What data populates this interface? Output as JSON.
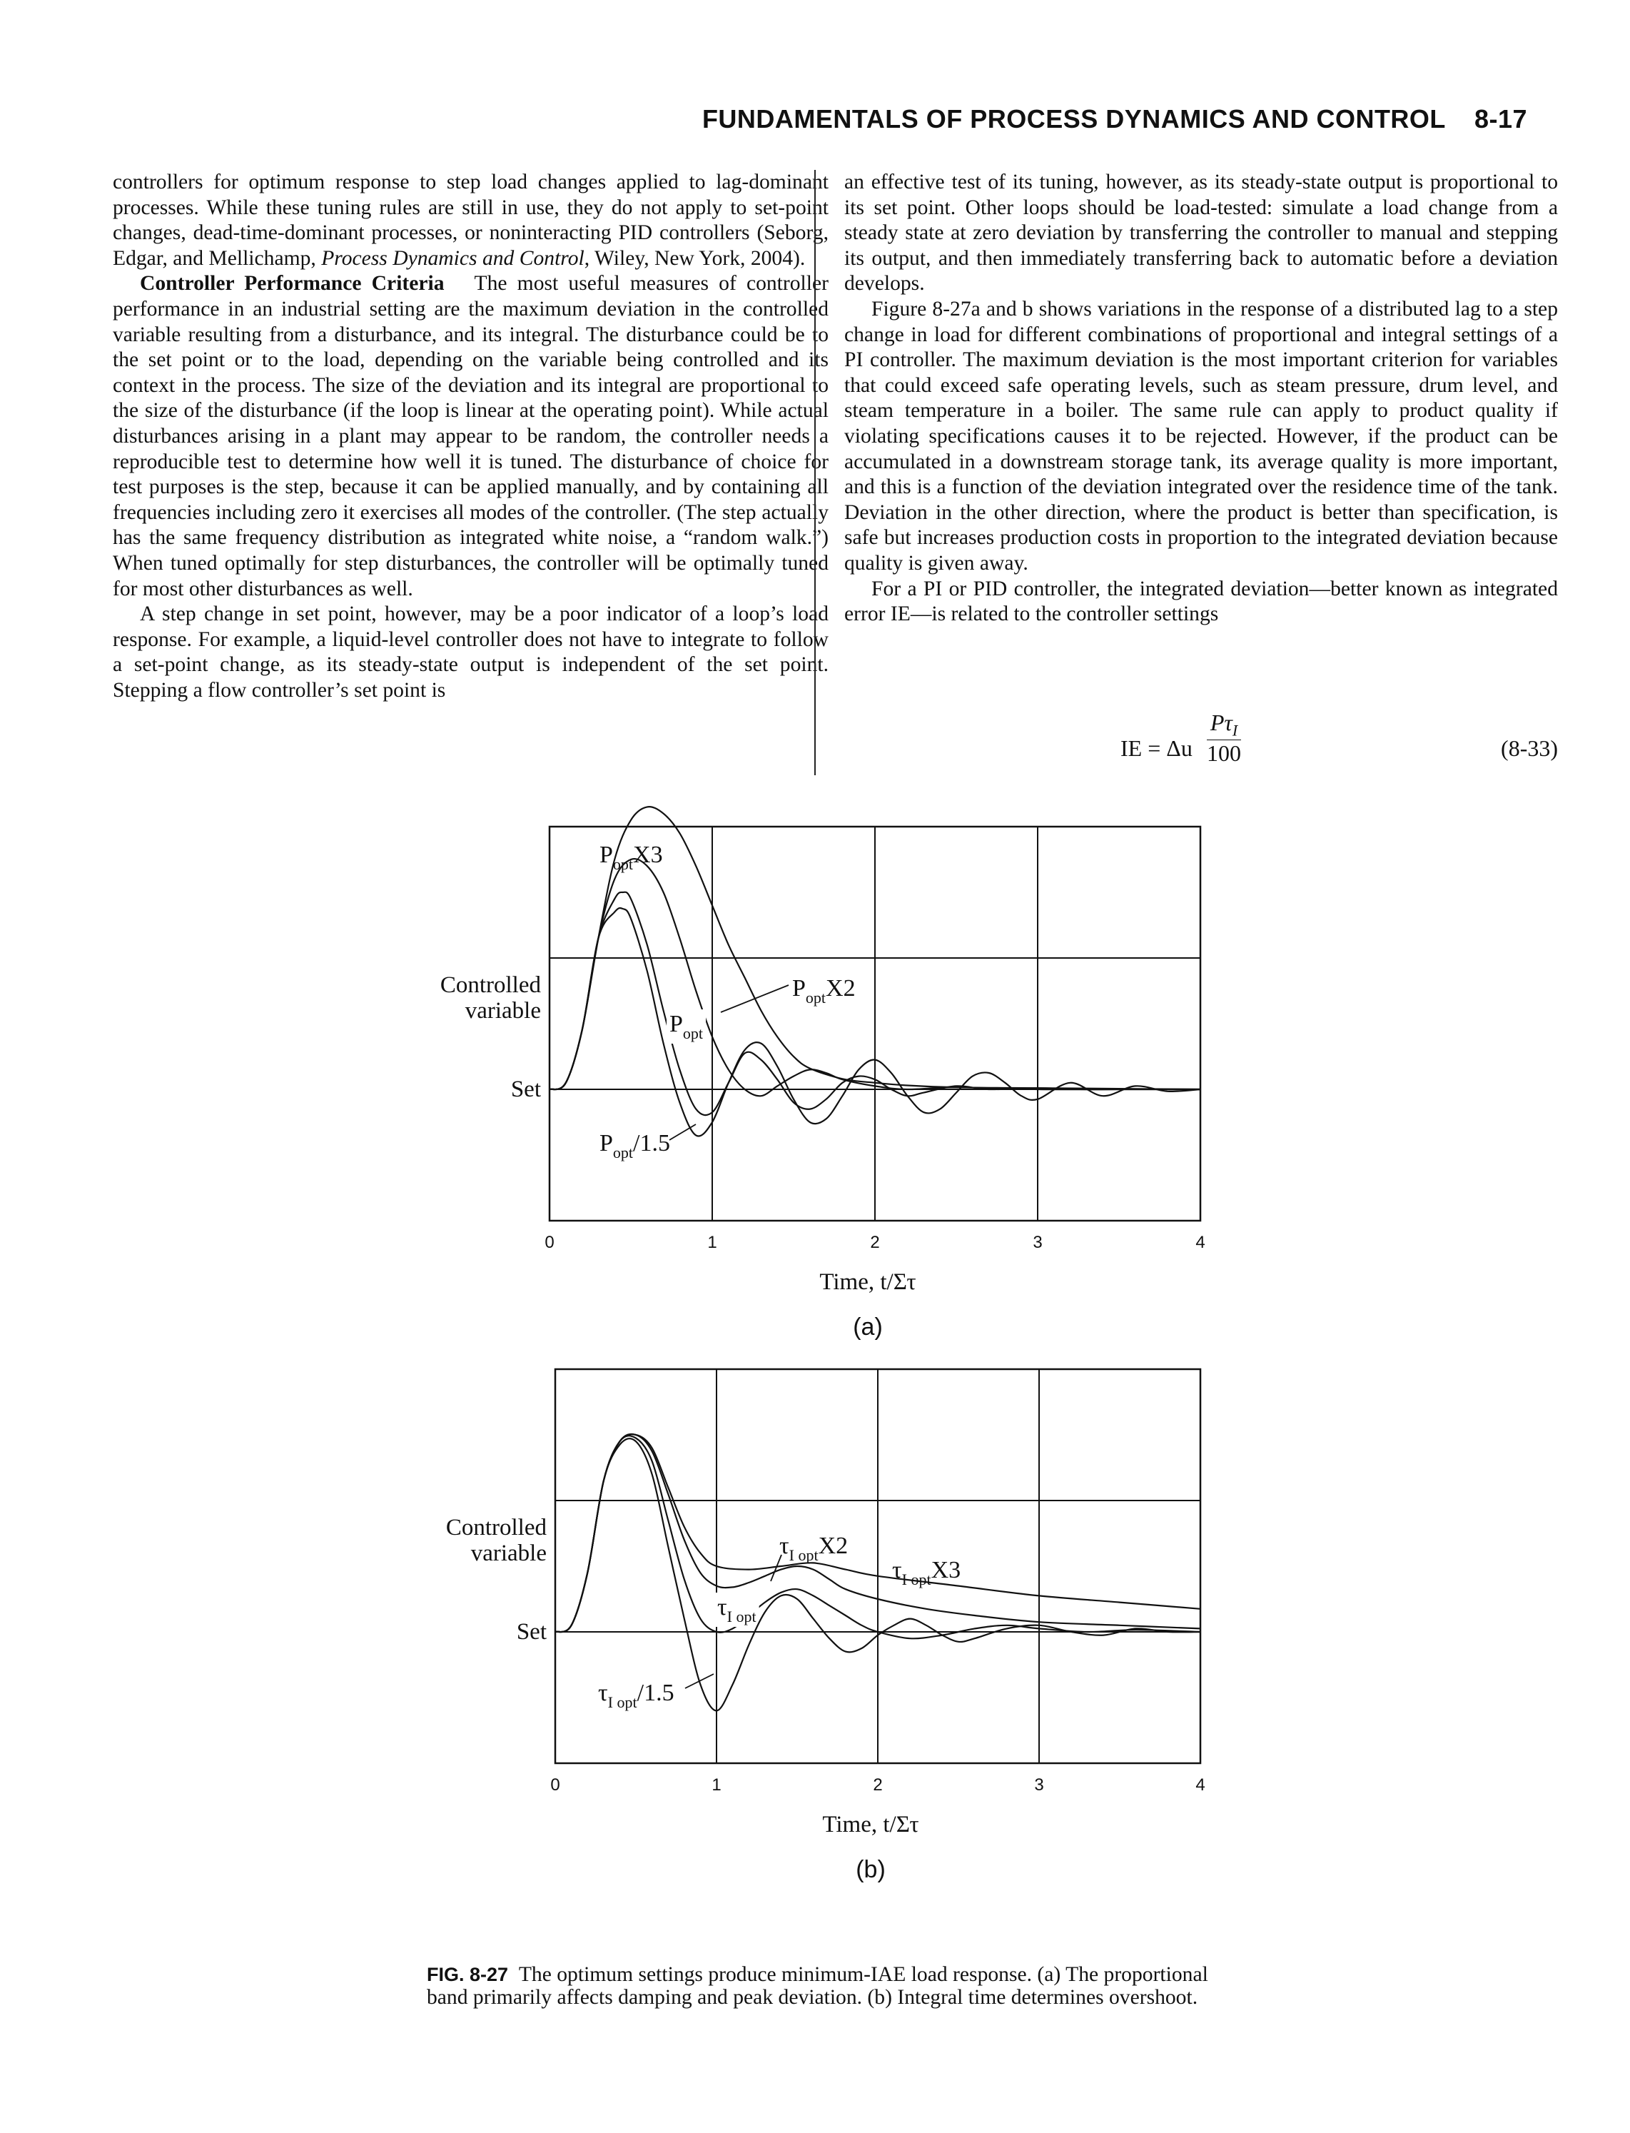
{
  "header": {
    "title": "FUNDAMENTALS OF PROCESS DYNAMICS AND CONTROL",
    "page": "8-17"
  },
  "left_column": {
    "p1": "controllers for optimum response to step load changes applied to lag-dominant processes. While these tuning rules are still in use, they do not apply to set-point changes, dead-time-dominant processes, or noninteracting PID controllers (Seborg, Edgar, and Mellichamp, ",
    "p1_italic": "Process Dynamics and Control",
    "p1_end": ", Wiley, New York, 2004).",
    "p2_runin": "Controller Performance Criteria",
    "p2": "The most useful measures of controller performance in an industrial setting are the maximum deviation in the controlled variable resulting from a disturbance, and its integral. The disturbance could be to the set point or to the load, depending on the variable being controlled and its context in the process. The size of the deviation and its integral are proportional to the size of the disturbance (if the loop is linear at the operating point). While actual disturbances arising in a plant may appear to be random, the controller needs a reproducible test to determine how well it is tuned. The disturbance of choice for test purposes is the step, because it can be applied manually, and by containing all frequencies including zero it exercises all modes of the controller. (The step actually has the same frequency distribution as integrated white noise, a “random walk.”) When tuned optimally for step disturbances, the controller will be optimally tuned for most other disturbances as well.",
    "p3": "A step change in set point, however, may be a poor indicator of a loop’s load response. For example, a liquid-level controller does not have to integrate to follow a set-point change, as its steady-state output is independent of the set point. Stepping a flow controller’s set point is"
  },
  "right_column": {
    "p1": "an effective test of its tuning, however, as its steady-state output is proportional to its set point. Other loops should be load-tested: simulate a load change from a steady state at zero deviation by transferring the controller to manual and stepping its output, and then immediately transferring back to automatic before a deviation develops.",
    "p2": "Figure 8-27a and b shows variations in the response of a distributed lag to a step change in load for different combinations of proportional and integral settings of a PI controller. The maximum deviation is the most important criterion for variables that could exceed safe operating levels, such as steam pressure, drum level, and steam temperature in a boiler. The same rule can apply to product quality if violating specifications causes it to be rejected. However, if the product can be accumulated in a downstream storage tank, its average quality is more important, and this is a function of the deviation integrated over the residence time of the tank. Deviation in the other direction, where the product is better than specification, is safe but increases production costs in proportion to the integrated deviation because quality is given away.",
    "p3": "For a PI or PID controller, the integrated deviation—better known as integrated error IE—is related to the controller settings"
  },
  "equation": {
    "lhs": "IE = Δu",
    "numerator": "Pτ",
    "numerator_sub": "I",
    "denominator": "100",
    "number": "(8-33)"
  },
  "caption": {
    "label": "FIG. 8-27",
    "text": "The optimum settings produce minimum-IAE load response. (a) The proportional band primarily affects damping and peak deviation. (b) Integral time determines overshoot."
  },
  "chart_data": [
    {
      "type": "line",
      "panel_label": "(a)",
      "xlabel": "Time, t/Στ",
      "ylabel": "Controlled variable",
      "set_label": "Set",
      "xlim": [
        0,
        4
      ],
      "ylim": [
        -2,
        4
      ],
      "xticks": [
        "0",
        "1",
        "2",
        "3",
        "4"
      ],
      "grid": true,
      "series": [
        {
          "name": "P",
          "sub": "opt",
          "suffix": "X3",
          "x": [
            0,
            0.1,
            0.2,
            0.3,
            0.4,
            0.5,
            0.6,
            0.7,
            0.8,
            0.9,
            1.0,
            1.1,
            1.2,
            1.3,
            1.4,
            1.5,
            1.6,
            1.8,
            2.0,
            2.2,
            2.5,
            3.0,
            3.5,
            4.0
          ],
          "y": [
            0,
            0.1,
            0.9,
            2.3,
            3.5,
            4.1,
            4.3,
            4.2,
            3.9,
            3.4,
            2.8,
            2.2,
            1.7,
            1.2,
            0.8,
            0.5,
            0.32,
            0.16,
            0.1,
            0.06,
            0.03,
            0.02,
            0.01,
            0.0
          ]
        },
        {
          "name": "P",
          "sub": "opt",
          "suffix": "X2",
          "x": [
            0,
            0.1,
            0.2,
            0.3,
            0.4,
            0.5,
            0.6,
            0.7,
            0.8,
            0.9,
            1.0,
            1.1,
            1.2,
            1.3,
            1.4,
            1.5,
            1.6,
            1.7,
            1.8,
            2.0,
            2.2,
            2.5,
            3.0,
            3.5,
            4.0
          ],
          "y": [
            0,
            0.1,
            0.9,
            2.3,
            3.2,
            3.5,
            3.4,
            3.0,
            2.3,
            1.5,
            0.8,
            0.3,
            0.0,
            -0.1,
            0.05,
            0.2,
            0.3,
            0.25,
            0.15,
            0.05,
            0.0,
            0.03,
            0.0,
            0.0,
            0.0
          ]
        },
        {
          "name": "P",
          "sub": "opt",
          "suffix": "",
          "x": [
            0,
            0.1,
            0.2,
            0.3,
            0.4,
            0.45,
            0.5,
            0.6,
            0.7,
            0.8,
            0.9,
            1.0,
            1.1,
            1.2,
            1.3,
            1.4,
            1.5,
            1.6,
            1.7,
            1.8,
            1.9,
            2.0,
            2.1,
            2.2,
            2.3,
            2.5,
            2.7,
            3.0,
            3.3,
            3.6,
            4.0
          ],
          "y": [
            0,
            0.1,
            0.9,
            2.3,
            2.9,
            3.0,
            2.9,
            2.2,
            1.2,
            0.3,
            -0.3,
            -0.35,
            0.1,
            0.55,
            0.45,
            0.15,
            -0.2,
            -0.3,
            -0.15,
            0.1,
            0.2,
            0.15,
            0.0,
            -0.1,
            -0.05,
            0.05,
            0.0,
            0.02,
            0.0,
            0.0,
            0.0
          ]
        },
        {
          "name": "P",
          "sub": "opt",
          "suffix": "/1.5",
          "x": [
            0,
            0.1,
            0.2,
            0.3,
            0.4,
            0.45,
            0.5,
            0.6,
            0.7,
            0.8,
            0.9,
            1.0,
            1.1,
            1.2,
            1.3,
            1.4,
            1.5,
            1.6,
            1.7,
            1.8,
            1.9,
            2.0,
            2.1,
            2.2,
            2.3,
            2.4,
            2.5,
            2.6,
            2.7,
            2.8,
            2.9,
            3.0,
            3.2,
            3.4,
            3.6,
            3.8,
            4.0
          ],
          "y": [
            0,
            0.1,
            0.9,
            2.3,
            2.7,
            2.75,
            2.6,
            1.8,
            0.7,
            -0.2,
            -0.7,
            -0.5,
            0.1,
            0.6,
            0.7,
            0.35,
            -0.15,
            -0.5,
            -0.45,
            -0.1,
            0.3,
            0.45,
            0.25,
            -0.1,
            -0.35,
            -0.3,
            -0.05,
            0.2,
            0.25,
            0.1,
            -0.1,
            -0.15,
            0.1,
            -0.1,
            0.05,
            -0.03,
            0.0
          ]
        }
      ]
    },
    {
      "type": "line",
      "panel_label": "(b)",
      "xlabel": "Time, t/Στ",
      "ylabel": "Controlled variable",
      "set_label": "Set",
      "xlim": [
        0,
        4
      ],
      "ylim": [
        -2,
        4
      ],
      "xticks": [
        "0",
        "1",
        "2",
        "3",
        "4"
      ],
      "grid": true,
      "series": [
        {
          "name": "τ",
          "sub": "I opt",
          "suffix": "X3",
          "x": [
            0,
            0.1,
            0.2,
            0.3,
            0.4,
            0.5,
            0.6,
            0.7,
            0.8,
            0.9,
            1.0,
            1.2,
            1.4,
            1.6,
            1.8,
            2.0,
            2.5,
            3.0,
            3.5,
            4.0
          ],
          "y": [
            0,
            0.1,
            0.9,
            2.3,
            2.9,
            3.0,
            2.8,
            2.2,
            1.6,
            1.2,
            1.0,
            0.95,
            1.0,
            1.05,
            0.95,
            0.85,
            0.7,
            0.55,
            0.45,
            0.35
          ]
        },
        {
          "name": "τ",
          "sub": "I opt",
          "suffix": "X2",
          "x": [
            0,
            0.1,
            0.2,
            0.3,
            0.4,
            0.5,
            0.6,
            0.7,
            0.8,
            0.9,
            1.0,
            1.1,
            1.2,
            1.3,
            1.4,
            1.5,
            1.6,
            1.7,
            1.8,
            2.0,
            2.3,
            2.6,
            3.0,
            3.5,
            4.0
          ],
          "y": [
            0,
            0.1,
            0.9,
            2.3,
            2.9,
            3.0,
            2.75,
            2.1,
            1.4,
            0.9,
            0.7,
            0.68,
            0.75,
            0.85,
            0.95,
            1.0,
            0.95,
            0.8,
            0.65,
            0.5,
            0.35,
            0.25,
            0.15,
            0.1,
            0.05
          ]
        },
        {
          "name": "τ",
          "sub": "I opt",
          "suffix": "",
          "x": [
            0,
            0.1,
            0.2,
            0.3,
            0.4,
            0.5,
            0.6,
            0.7,
            0.8,
            0.9,
            1.0,
            1.1,
            1.2,
            1.3,
            1.4,
            1.5,
            1.6,
            1.7,
            1.8,
            1.9,
            2.0,
            2.2,
            2.4,
            2.6,
            2.8,
            3.0,
            3.3,
            3.6,
            4.0
          ],
          "y": [
            0,
            0.1,
            0.9,
            2.3,
            2.9,
            2.95,
            2.6,
            1.7,
            0.8,
            0.2,
            0.0,
            0.05,
            0.25,
            0.45,
            0.6,
            0.65,
            0.55,
            0.4,
            0.25,
            0.1,
            0.0,
            -0.1,
            -0.05,
            0.05,
            0.1,
            0.05,
            0.0,
            0.03,
            0.0
          ]
        },
        {
          "name": "τ",
          "sub": "I opt",
          "suffix": "/1.5",
          "x": [
            0,
            0.1,
            0.2,
            0.3,
            0.4,
            0.5,
            0.6,
            0.7,
            0.8,
            0.9,
            1.0,
            1.1,
            1.2,
            1.3,
            1.4,
            1.5,
            1.6,
            1.7,
            1.8,
            1.9,
            2.0,
            2.1,
            2.2,
            2.3,
            2.4,
            2.5,
            2.6,
            2.8,
            3.0,
            3.2,
            3.4,
            3.6,
            3.8,
            4.0
          ],
          "y": [
            0,
            0.1,
            0.9,
            2.3,
            2.85,
            2.9,
            2.4,
            1.3,
            0.2,
            -0.8,
            -1.2,
            -0.8,
            -0.2,
            0.3,
            0.55,
            0.5,
            0.2,
            -0.1,
            -0.3,
            -0.25,
            -0.05,
            0.1,
            0.2,
            0.1,
            -0.05,
            -0.15,
            -0.1,
            0.05,
            0.1,
            0.0,
            -0.05,
            0.05,
            0.0,
            0.0
          ]
        }
      ]
    }
  ]
}
